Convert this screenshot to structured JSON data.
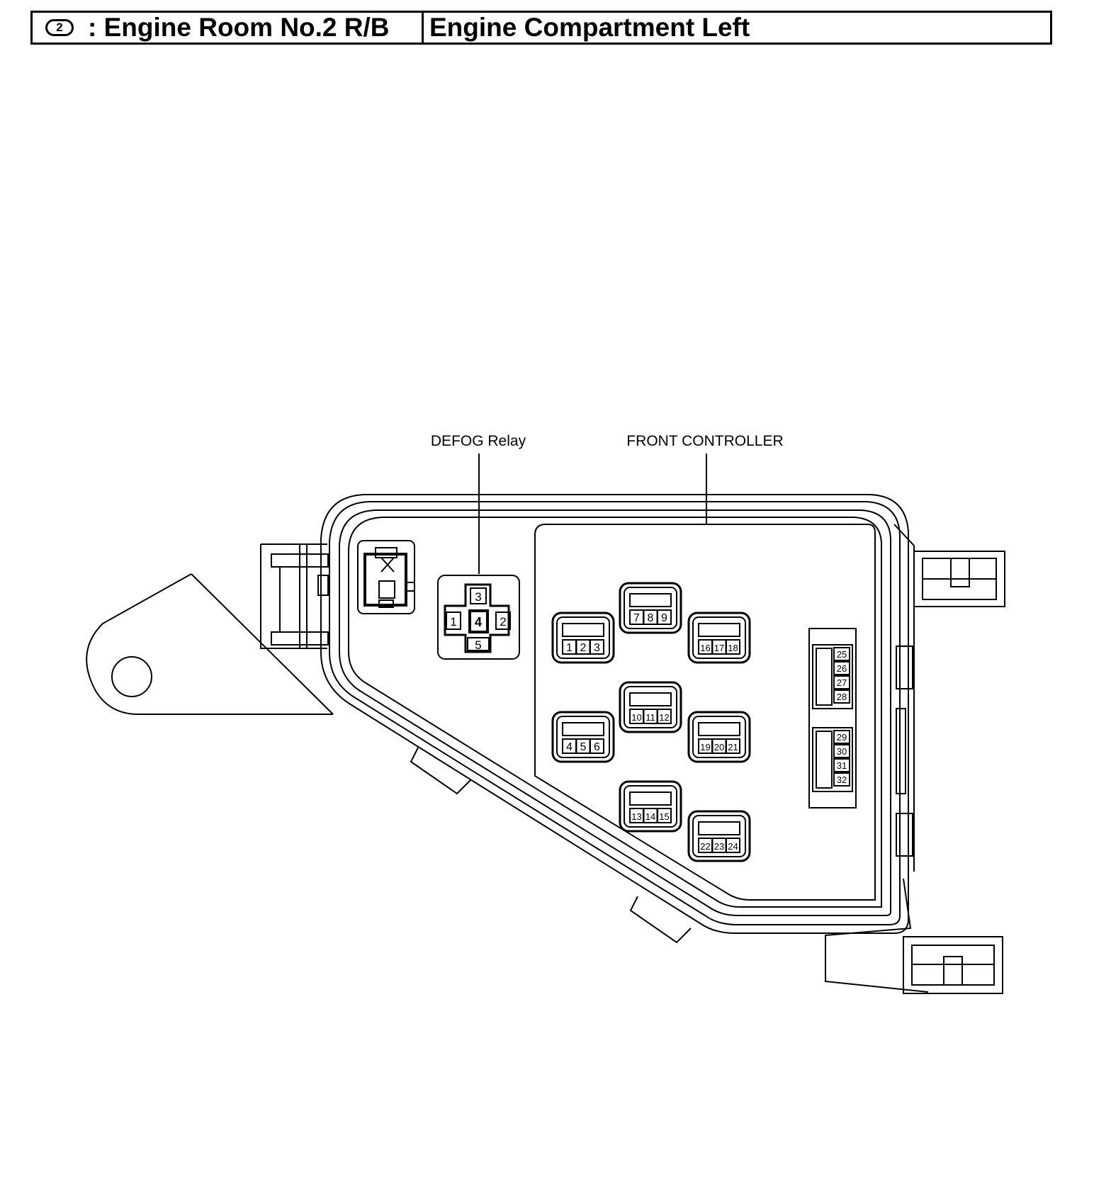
{
  "header": {
    "badge": "2",
    "left_title": ": Engine Room No.2 R/B",
    "right_title": "Engine Compartment Left"
  },
  "labels": {
    "defog_relay": "DEFOG Relay",
    "front_controller": "FRONT CONTROLLER"
  },
  "relay_pins": {
    "top": "3",
    "left": "1",
    "center": "4",
    "right": "2",
    "bottom": "5"
  },
  "connectors": [
    {
      "id": "c1",
      "pins": [
        "1",
        "2",
        "3"
      ]
    },
    {
      "id": "c2",
      "pins": [
        "4",
        "5",
        "6"
      ]
    },
    {
      "id": "c3",
      "pins": [
        "7",
        "8",
        "9"
      ]
    },
    {
      "id": "c4",
      "pins": [
        "10",
        "11",
        "12"
      ]
    },
    {
      "id": "c5",
      "pins": [
        "13",
        "14",
        "15"
      ]
    },
    {
      "id": "c6",
      "pins": [
        "16",
        "17",
        "18"
      ]
    },
    {
      "id": "c7",
      "pins": [
        "19",
        "20",
        "21"
      ]
    },
    {
      "id": "c8",
      "pins": [
        "22",
        "23",
        "24"
      ]
    }
  ],
  "side_connectors": [
    {
      "id": "s1",
      "pins": [
        "25",
        "26",
        "27",
        "28"
      ]
    },
    {
      "id": "s2",
      "pins": [
        "29",
        "30",
        "31",
        "32"
      ]
    }
  ],
  "colors": {
    "line": "#000000",
    "background": "#ffffff"
  }
}
